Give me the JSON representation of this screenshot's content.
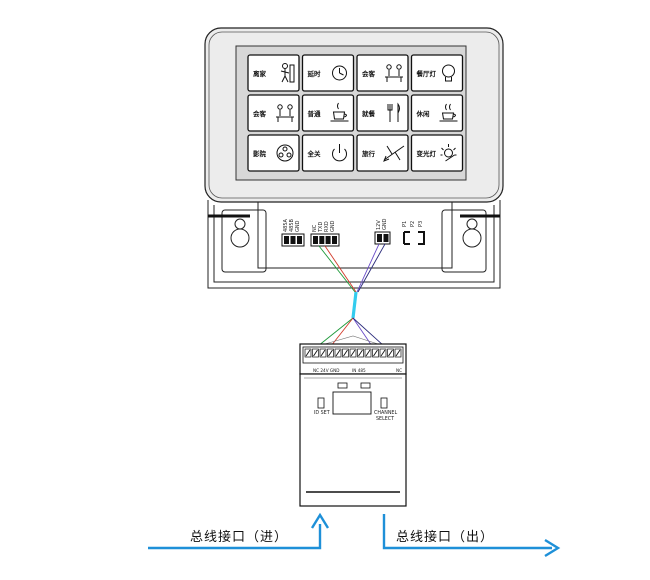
{
  "panel": {
    "buttons": [
      {
        "label": "离家",
        "icon": "person-leaving-icon"
      },
      {
        "label": "延时",
        "icon": "clock-timer-icon"
      },
      {
        "label": "会客",
        "icon": "meeting-icon"
      },
      {
        "label": "餐厅灯",
        "icon": "lightbulb-icon"
      },
      {
        "label": "会客",
        "icon": "guests-icon"
      },
      {
        "label": "普通",
        "icon": "coffee-cup-icon"
      },
      {
        "label": "就餐",
        "icon": "fork-knife-icon"
      },
      {
        "label": "休闲",
        "icon": "coffee-steam-icon"
      },
      {
        "label": "影院",
        "icon": "film-reel-icon"
      },
      {
        "label": "全关",
        "icon": "power-icon"
      },
      {
        "label": "旅行",
        "icon": "airplane-icon"
      },
      {
        "label": "变光灯",
        "icon": "dimmer-icon"
      }
    ],
    "connectors": {
      "c1": [
        "485A",
        "485B",
        "GND"
      ],
      "c2": [
        "NC",
        "TXD",
        "RXD",
        "GND"
      ],
      "c3": [
        "12V",
        "GND"
      ],
      "c4": [
        "P1",
        "P2",
        "P3"
      ]
    }
  },
  "module": {
    "terminal_left": "NC 24V GND",
    "terminal_mid": "IN   485",
    "terminal_right": "NC",
    "id_set": "ID SET",
    "channel_line1": "CHANNEL",
    "channel_line2": "SELECT"
  },
  "bus": {
    "in_label": "总线接口（进）",
    "out_label": "总线接口（出）"
  },
  "colors": {
    "cable": "#33ccee",
    "bus_arrow": "#1e90d8"
  }
}
